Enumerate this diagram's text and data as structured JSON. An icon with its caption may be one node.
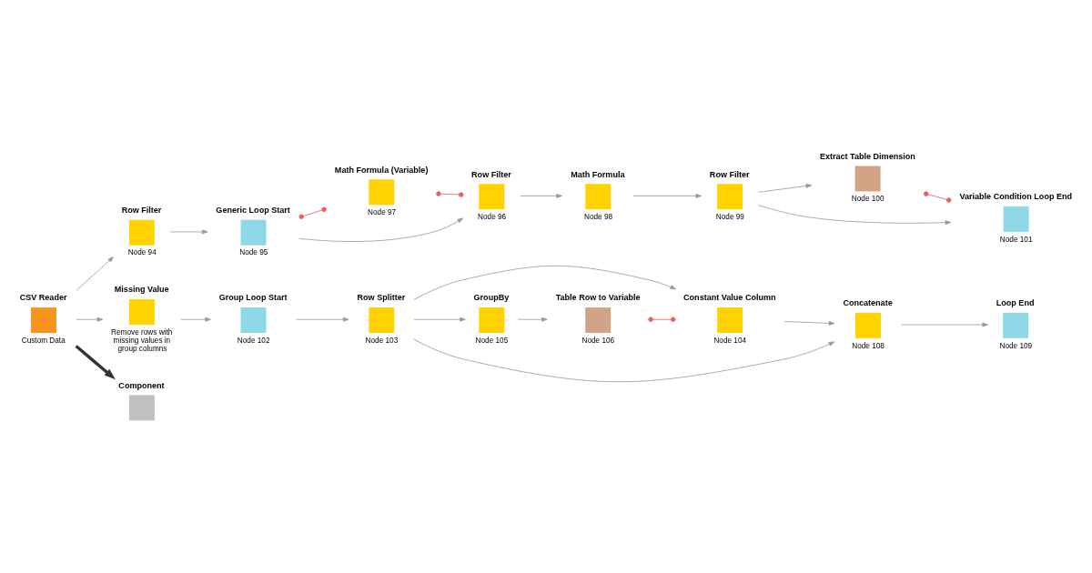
{
  "diagram": {
    "nodes": [
      {
        "text": [
          "CSV Reader"
        ],
        "beside": [
          "Custom Data"
        ]
      },
      {
        "text": [
          "Row Filter"
        ],
        "beside": [
          "Node 94"
        ]
      },
      {
        "text": [
          "Generic Loop Start"
        ],
        "beside": [
          "Node 95"
        ]
      },
      {
        "text": [
          "Math Formula (Variable)"
        ],
        "beside": [
          "Node 97"
        ]
      },
      {
        "text": [
          "Row Filter"
        ],
        "beside": [
          "Node 96"
        ]
      },
      {
        "text": [
          "Math Formula"
        ],
        "beside": [
          "Node 98"
        ]
      },
      {
        "text": [
          "Row Filter"
        ],
        "beside": [
          "Node 99"
        ]
      },
      {
        "text": [
          "Extract Table Dimension"
        ],
        "beside": [
          "Node 100"
        ]
      },
      {
        "text": [
          "Variable Condition Loop End"
        ],
        "beside": [
          "Node 101"
        ]
      },
      {
        "text": [
          "Missing Value"
        ],
        "beside": [
          "Remove rows with missing values in group columns"
        ]
      },
      {
        "text": [
          "Group Loop Start"
        ],
        "beside": [
          "Node 102"
        ]
      },
      {
        "text": [
          "Row Splitter"
        ],
        "beside": [
          "Node 103"
        ]
      },
      {
        "text": [
          "Constant Value Column"
        ],
        "beside": [
          "Node 104"
        ]
      },
      {
        "text": [
          "GroupBy"
        ],
        "beside": [
          "Node 105"
        ]
      },
      {
        "text": [
          "Table Row to Variable"
        ],
        "beside": [
          "Node 106"
        ]
      },
      {
        "text": [
          "Concatenate"
        ],
        "beside": [
          "Node 108"
        ]
      },
      {
        "text": [
          "Loop End"
        ],
        "beside": [
          "Node 109"
        ]
      },
      {
        "text": [
          "Component"
        ]
      }
    ],
    "edges": [
      {
        "from": 0,
        "to": 1,
        "arrow": "to"
      },
      {
        "from": 0,
        "to": 9,
        "arrow": "to"
      },
      {
        "from": 0,
        "to": 17,
        "arrow": "to",
        "style": "thick",
        "color": "#333333"
      },
      {
        "from": 1,
        "to": 2,
        "arrow": "to"
      },
      {
        "from": 2,
        "to": 3,
        "arrow": "other",
        "color": "#f05a5a"
      },
      {
        "from": 2,
        "to": 4,
        "arrow": "to"
      },
      {
        "from": 3,
        "to": 4,
        "arrow": "other",
        "color": "#f05a5a"
      },
      {
        "from": 4,
        "to": 5,
        "arrow": "to"
      },
      {
        "from": 5,
        "to": 6,
        "arrow": "to"
      },
      {
        "from": 6,
        "to": 7,
        "arrow": "to"
      },
      {
        "from": 6,
        "to": 8,
        "arrow": "to"
      },
      {
        "from": 7,
        "to": 8,
        "arrow": "other",
        "color": "#f05a5a"
      },
      {
        "from": 9,
        "to": 10,
        "arrow": "to"
      },
      {
        "from": 10,
        "to": 11,
        "arrow": "to"
      },
      {
        "from": 11,
        "to": 12,
        "arrow": "to"
      },
      {
        "from": 11,
        "to": 13,
        "arrow": "to"
      },
      {
        "from": 11,
        "to": 15,
        "arrow": "to"
      },
      {
        "from": 13,
        "to": 14,
        "arrow": "to"
      },
      {
        "from": 14,
        "to": 12,
        "arrow": "other",
        "color": "#f05a5a"
      },
      {
        "from": 12,
        "to": 15,
        "arrow": "to"
      },
      {
        "from": 15,
        "to": 16,
        "arrow": "to"
      }
    ]
  }
}
